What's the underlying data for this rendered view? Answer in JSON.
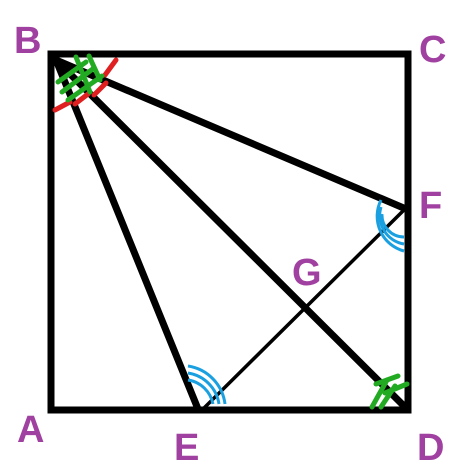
{
  "figure": {
    "points": {
      "A": "A",
      "B": "B",
      "C": "C",
      "D": "D",
      "E": "E",
      "F": "F",
      "G": "G"
    },
    "colors": {
      "lines": "#000000",
      "labels": "#a040a0",
      "mark_green": "#22aa22",
      "mark_red": "#e02020",
      "mark_blue": "#1aa0e0"
    }
  }
}
